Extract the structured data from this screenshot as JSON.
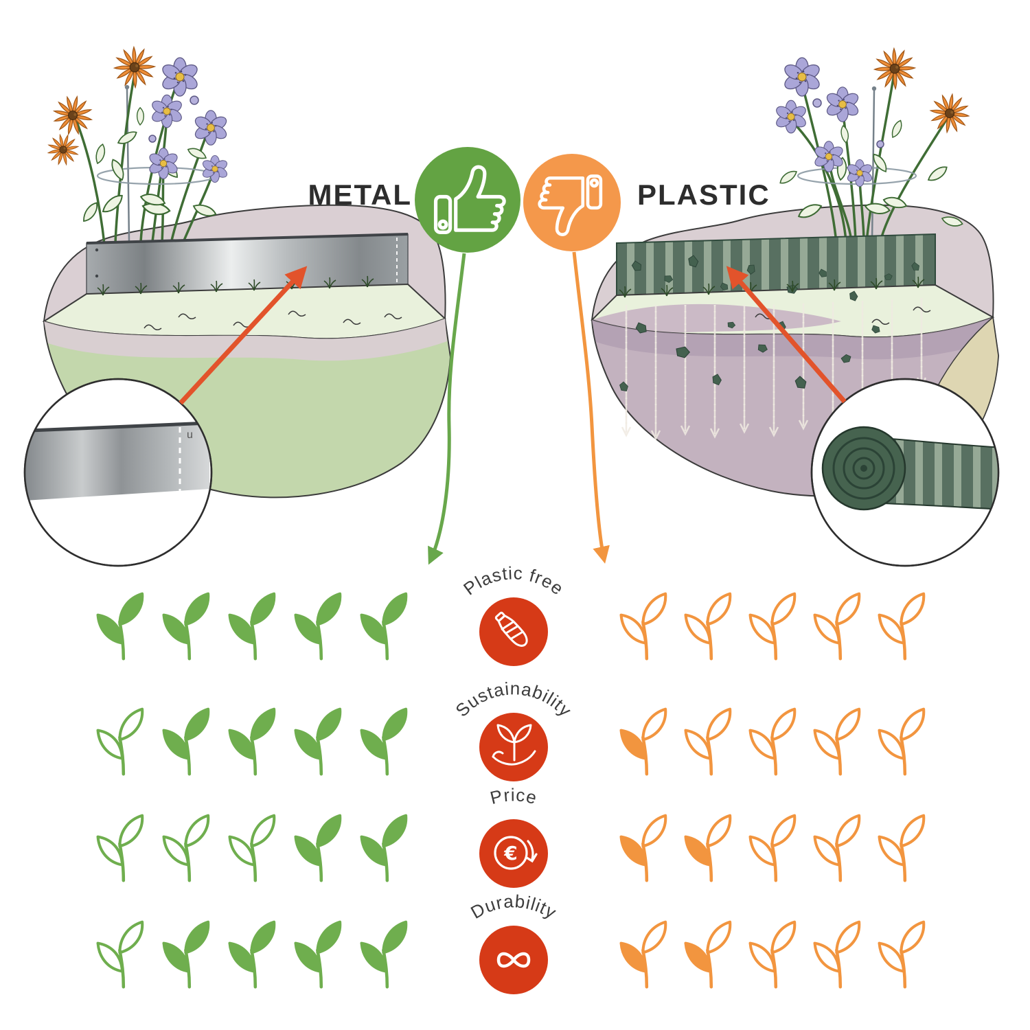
{
  "header": {
    "left_label": "METAL",
    "right_label": "PLASTIC",
    "left_verdict_icon": "thumbs-up-icon",
    "right_verdict_icon": "thumbs-down-icon"
  },
  "categories": [
    {
      "label": "Plastic free",
      "icon": "bottle-crush-icon",
      "metal": [
        "full",
        "full",
        "full",
        "full",
        "full"
      ],
      "plastic": [
        "empty",
        "empty",
        "empty",
        "empty",
        "empty"
      ],
      "metal_score": "5/5",
      "plastic_score": "0/5"
    },
    {
      "label": "Sustainability",
      "icon": "hand-sprout-icon",
      "metal": [
        "empty",
        "full",
        "full",
        "full",
        "full"
      ],
      "plastic": [
        "half",
        "empty",
        "empty",
        "empty",
        "empty"
      ],
      "metal_score": "4/5",
      "plastic_score": "0.5/5"
    },
    {
      "label": "Price",
      "icon": "euro-down-icon",
      "metal": [
        "empty",
        "empty",
        "empty",
        "full",
        "full"
      ],
      "plastic": [
        "half",
        "half",
        "empty",
        "empty",
        "empty"
      ],
      "metal_score": "2/5",
      "plastic_score": "1/5"
    },
    {
      "label": "Durability",
      "icon": "infinity-icon",
      "metal": [
        "empty",
        "full",
        "full",
        "full",
        "full"
      ],
      "plastic": [
        "half",
        "half",
        "empty",
        "empty",
        "empty"
      ],
      "metal_score": "4/5",
      "plastic_score": "1/5"
    }
  ],
  "colors": {
    "metal_leaf_green": "#6fae4e",
    "plastic_leaf_orange": "#f2953f",
    "badge_red": "#d63a17",
    "thumbs_up_green": "#63a343",
    "thumbs_down_orange": "#f4984b",
    "title_text": "#2d2d2d"
  }
}
